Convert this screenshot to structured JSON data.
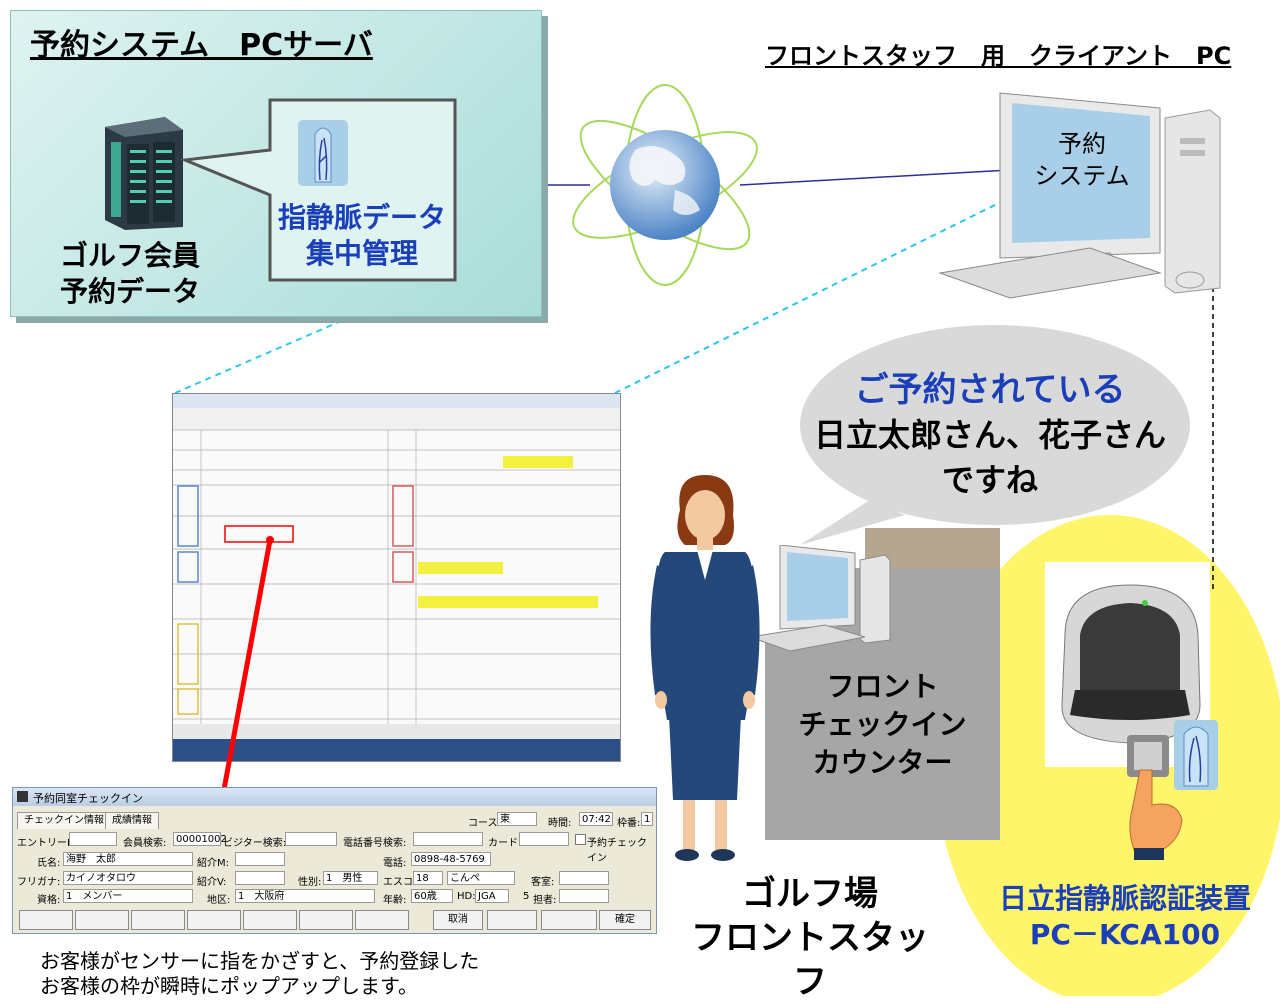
{
  "server": {
    "title": "予約システム　PCサーバ",
    "data_label_1": "ゴルフ会員",
    "data_label_2": "予約データ",
    "bubble_label_1": "指静脈データ",
    "bubble_label_2": "集中管理"
  },
  "client": {
    "title": "フロントスタッフ　用　クライアント　PC",
    "screen_label_1": "予約",
    "screen_label_2": "システム"
  },
  "speech": {
    "line1": "ご予約されている",
    "line2": "日立太郎さん、花子さん",
    "line3": "ですね"
  },
  "counter": {
    "line1": "フロント",
    "line2": "チェックイン",
    "line3": "カウンター"
  },
  "staff": {
    "line1": "ゴルフ場",
    "line2": "フロントスタッフ"
  },
  "device": {
    "line1": "日立指静脈認証装置",
    "line2": "PC－KCA100"
  },
  "caption": {
    "line1": "お客様がセンサーに指をかざすと、予約登録した",
    "line2": "お客様の枠が瞬時にポップアップします。"
  },
  "dialog": {
    "title": "予約同室チェックイン",
    "tab1": "チェックイン情報",
    "tab2": "成績情報",
    "course_label": "コース:",
    "course_value": "東",
    "time_label": "時間:",
    "time_value": "07:42",
    "frame_label": "枠番:",
    "frame_value": "1",
    "entry_label": "エントリーNO:",
    "member_search_label": "会員検索:",
    "member_search_value": "00001002",
    "visitor_search_label": "ビジター検索:",
    "phone_search_label": "電話番号検索:",
    "card_label": "カード:",
    "checkbox_label": "予約チェックイン",
    "name_label": "氏名:",
    "name_value": "海野　太郎",
    "intro_m_label": "紹介M:",
    "phone_label": "電話:",
    "phone_value": "0898-48-5769",
    "kana_label": "フリガナ:",
    "kana_value": "カイノオタロウ",
    "intro_v_label": "紹介V:",
    "gender_label": "性別:",
    "gender_value": "1　男性",
    "escort_label": "エスコ:",
    "escort_value": "18",
    "escort_name": "こんぺ",
    "room_label": "客室:",
    "type_label": "資格:",
    "type_value": "1　メンバー",
    "region_label": "地区:",
    "region_value": "1　大阪府",
    "age_label": "年齢:",
    "age_value": "60歳",
    "hd_label": "HD:",
    "hd_value": "JGA",
    "seat_label": "5",
    "manager_label": "担者:",
    "btn_cancel": "取消",
    "btn_ok": "確定"
  },
  "colors": {
    "accent_blue": "#1a3fb8",
    "panel_teal": "#bfe6e3",
    "highlight_yellow": "#fff56a",
    "counter_gray": "#a6a6a6",
    "arrow_red": "#ff0000"
  },
  "icons": [
    "server-tower-icon",
    "finger-vein-icon",
    "globe-network-icon",
    "desktop-pc-icon",
    "front-staff-person-icon",
    "vein-sensor-device-icon",
    "pointing-hand-icon"
  ]
}
